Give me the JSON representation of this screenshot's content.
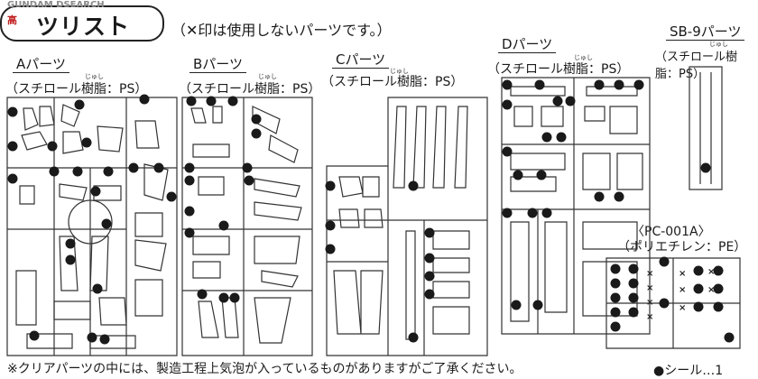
{
  "watermark": {
    "logo": "高",
    "text": "GUNDAM DSEARCH"
  },
  "header": {
    "title": "ツリスト",
    "note": "（✕印は使用しないパーツです。）"
  },
  "runners": [
    {
      "label": "Aパーツ",
      "material": "（スチロール樹脂：PS）"
    },
    {
      "label": "Bパーツ",
      "material": "（スチロール樹脂：PS）"
    },
    {
      "label": "Cパーツ",
      "material": "（スチロール樹脂：PS）"
    },
    {
      "label": "Dパーツ",
      "material": "（スチロール樹脂：PS）"
    },
    {
      "label": "SB-9パーツ",
      "material": "（スチロール樹脂：PS）"
    }
  ],
  "pc_runner": {
    "label": "〈PC-001A〉",
    "material": "（ポリエチレン：PE）"
  },
  "ruby": {
    "jushi": "じゅし"
  },
  "footer": {
    "note": "※クリアパーツの中には、製造工程上気泡が入っているものがありますがご了承ください。",
    "seal": "●シール…1"
  }
}
